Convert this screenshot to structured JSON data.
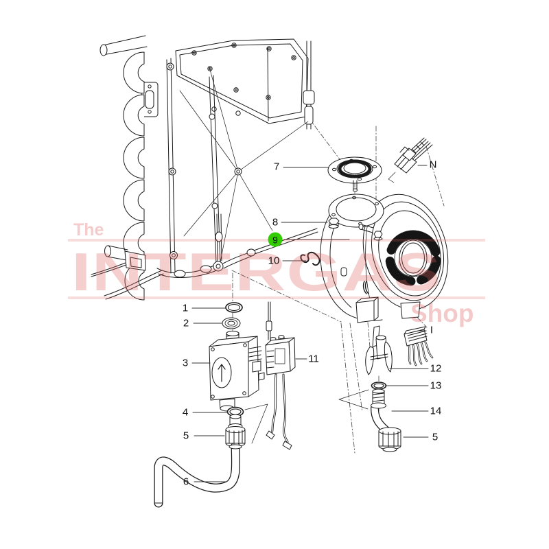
{
  "figure": {
    "type": "exploded-parts-diagram",
    "background_color": "#ffffff"
  },
  "colors": {
    "line": "#1a1a1a",
    "leader": "#333333",
    "label_text": "#111111",
    "highlight_fill": "#33cc00",
    "watermark": "#de5c5c"
  },
  "watermark": {
    "top_text": "The",
    "main_text": "INTERGAS",
    "bottom_text": "Shop"
  },
  "callouts": [
    {
      "label": "7",
      "highlighted": false
    },
    {
      "label": "8",
      "highlighted": false
    },
    {
      "label": "9",
      "highlighted": true
    },
    {
      "label": "10",
      "highlighted": false
    },
    {
      "label": "N",
      "highlighted": false
    },
    {
      "label": "1",
      "highlighted": false
    },
    {
      "label": "2",
      "highlighted": false
    },
    {
      "label": "3",
      "highlighted": false
    },
    {
      "label": "11",
      "highlighted": false
    },
    {
      "label": "4",
      "highlighted": false
    },
    {
      "label": "5",
      "highlighted": false
    },
    {
      "label": "6",
      "highlighted": false
    },
    {
      "label": "I",
      "highlighted": false
    },
    {
      "label": "12",
      "highlighted": false
    },
    {
      "label": "13",
      "highlighted": false
    },
    {
      "label": "14",
      "highlighted": false
    },
    {
      "label": "5",
      "highlighted": false
    }
  ]
}
